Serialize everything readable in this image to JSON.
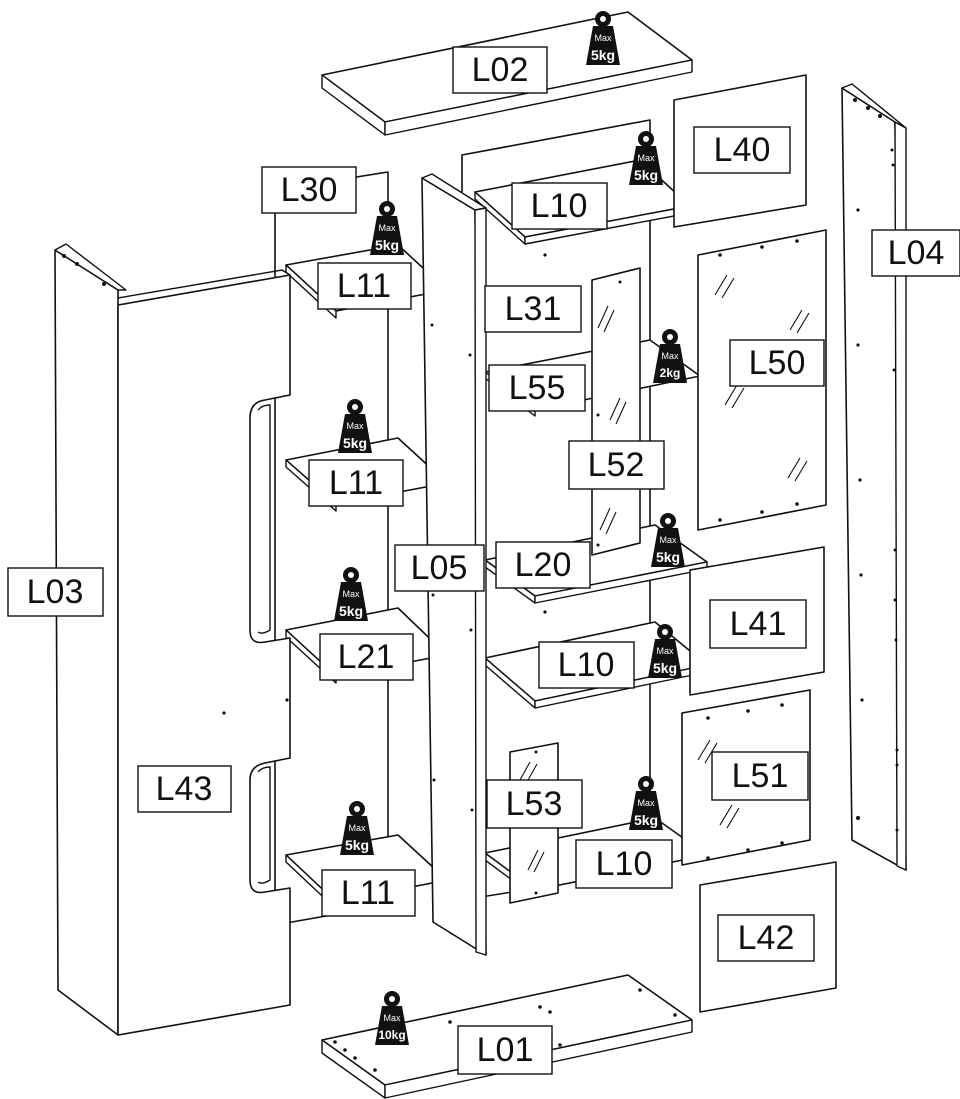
{
  "diagram": {
    "part_labels": {
      "L01": "L01",
      "L02": "L02",
      "L03": "L03",
      "L04": "L04",
      "L05": "L05",
      "L10_top": "L10",
      "L10_mid": "L10",
      "L10_bottom": "L10",
      "L11_top": "L11",
      "L11_mid": "L11",
      "L11_bottom": "L11",
      "L20": "L20",
      "L21": "L21",
      "L30": "L30",
      "L31": "L31",
      "L40": "L40",
      "L41": "L41",
      "L42": "L42",
      "L43": "L43",
      "L50": "L50",
      "L51": "L51",
      "L52": "L52",
      "L53": "L53",
      "L55": "L55"
    },
    "weight_badge": {
      "max_text": "Max",
      "loads": {
        "l02": "5kg",
        "l10_top": "5kg",
        "l11_top": "5kg",
        "l55": "2kg",
        "l11_mid": "5kg",
        "l20": "5kg",
        "l21": "5kg",
        "l10_mid": "5kg",
        "l10_bottom": "5kg",
        "l11_bottom": "5kg",
        "l01": "10kg"
      }
    }
  }
}
